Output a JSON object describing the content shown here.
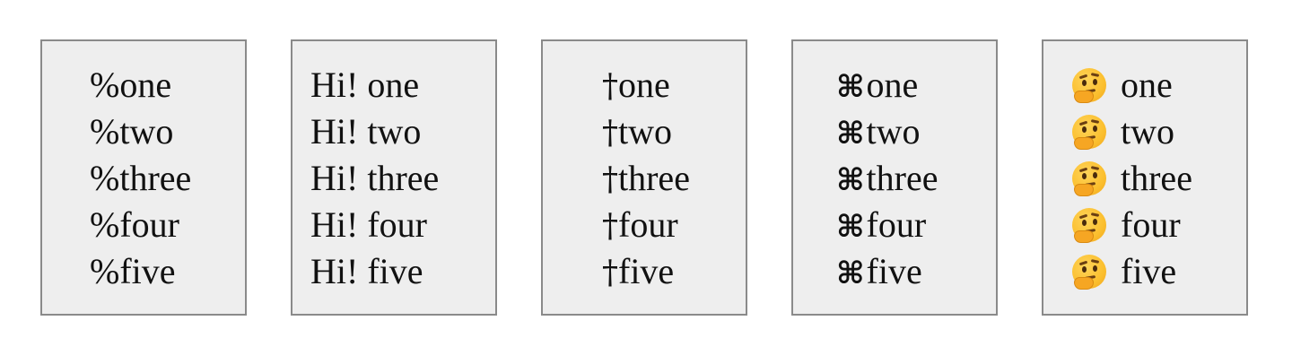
{
  "panels": [
    {
      "marker": "%",
      "marker_kind": "text",
      "items": [
        "one",
        "two",
        "three",
        "four",
        "five"
      ]
    },
    {
      "marker": "Hi! ",
      "marker_kind": "text",
      "items": [
        "one",
        "two",
        "three",
        "four",
        "five"
      ]
    },
    {
      "marker": "†",
      "marker_kind": "dagger",
      "items": [
        "one",
        "two",
        "three",
        "four",
        "five"
      ]
    },
    {
      "marker": "⌘",
      "marker_kind": "command-symbol",
      "items": [
        "one",
        "two",
        "three",
        "four",
        "five"
      ]
    },
    {
      "marker": "🤔",
      "marker_kind": "thinking-face-icon",
      "items": [
        "one",
        "two",
        "three",
        "four",
        "five"
      ]
    }
  ],
  "colors": {
    "panel_background": "#eeeeee",
    "panel_border": "#8a8a8a",
    "text": "#111111"
  }
}
